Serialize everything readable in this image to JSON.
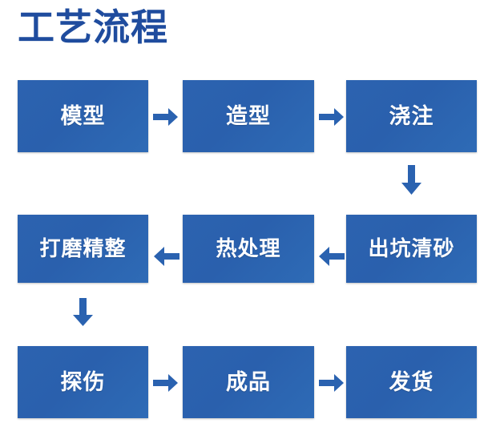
{
  "page": {
    "title": "工艺流程",
    "title_color": "#1F4C9E",
    "background_color": "#FFFFFF"
  },
  "theme": {
    "box_fill_start": "#2C63B0",
    "box_fill_end": "#2E6BB6",
    "box_text_color": "#FFFFFF",
    "arrow_color": "#2A62B0"
  },
  "flow": {
    "rows": [
      {
        "row_index": 1,
        "direction": "left-to-right",
        "nodes": [
          {
            "id": "n1",
            "label": "模型"
          },
          {
            "id": "n2",
            "label": "造型"
          },
          {
            "id": "n3",
            "label": "浇注"
          }
        ]
      },
      {
        "row_index": 2,
        "direction": "right-to-left",
        "nodes": [
          {
            "id": "n4",
            "label": "打磨精整"
          },
          {
            "id": "n5",
            "label": "热处理"
          },
          {
            "id": "n6",
            "label": "出坑清砂"
          }
        ]
      },
      {
        "row_index": 3,
        "direction": "left-to-right",
        "nodes": [
          {
            "id": "n7",
            "label": "探伤"
          },
          {
            "id": "n8",
            "label": "成品"
          },
          {
            "id": "n9",
            "label": "发货"
          }
        ]
      }
    ],
    "connectors": [
      {
        "id": "a1",
        "icon": "arrow-right-icon",
        "from": "n1",
        "to": "n2"
      },
      {
        "id": "a2",
        "icon": "arrow-right-icon",
        "from": "n2",
        "to": "n3"
      },
      {
        "id": "a3",
        "icon": "arrow-down-icon",
        "from": "n3",
        "to": "n6"
      },
      {
        "id": "a4",
        "icon": "arrow-left-icon",
        "from": "n6",
        "to": "n5"
      },
      {
        "id": "a5",
        "icon": "arrow-left-icon",
        "from": "n5",
        "to": "n4"
      },
      {
        "id": "a6",
        "icon": "arrow-down-icon",
        "from": "n4",
        "to": "n7"
      },
      {
        "id": "a7",
        "icon": "arrow-right-icon",
        "from": "n7",
        "to": "n8"
      },
      {
        "id": "a8",
        "icon": "arrow-right-icon",
        "from": "n8",
        "to": "n9"
      }
    ]
  }
}
